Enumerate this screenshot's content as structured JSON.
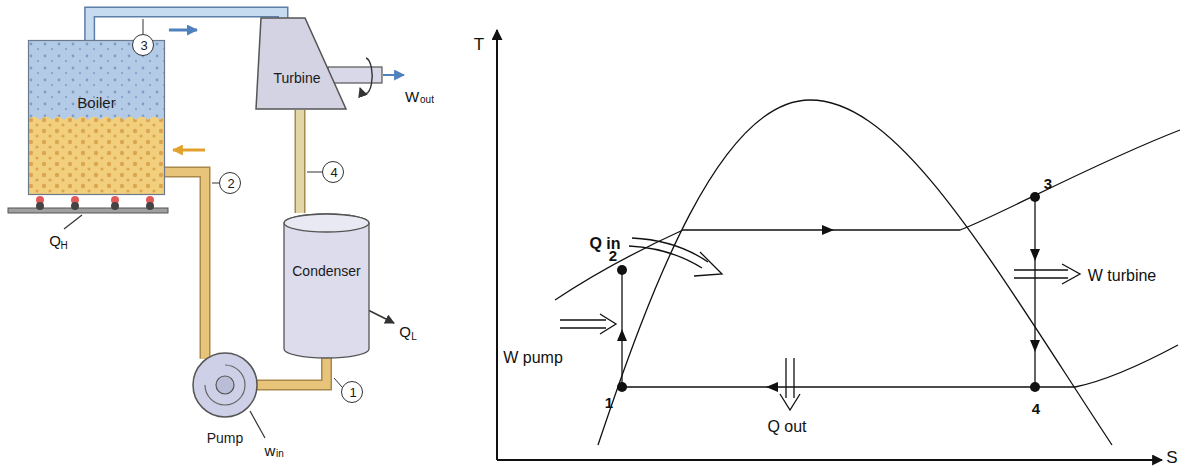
{
  "diagram": {
    "nodes": [
      {
        "text": [
          "Boiler"
        ]
      },
      {
        "text": [
          "Turbine"
        ]
      },
      {
        "text": [
          "Condenser"
        ]
      },
      {
        "text": [
          "Pump"
        ]
      },
      {
        "text": [
          "3"
        ]
      },
      {
        "text": [
          "2"
        ]
      },
      {
        "text": [
          "4"
        ]
      },
      {
        "text": [
          "1"
        ]
      }
    ],
    "edges": [
      {
        "from": 0,
        "to": 1,
        "arrow": "to"
      },
      {
        "from": 1,
        "to": 2,
        "arrow": "none"
      },
      {
        "from": 2,
        "to": 3,
        "arrow": "none"
      },
      {
        "from": 3,
        "to": 0,
        "arrow": "to"
      }
    ],
    "labels": [
      "Q",
      "H",
      "W",
      "out",
      "Q",
      "L",
      "w",
      "in",
      "T",
      "S",
      "Q in",
      "2",
      "W pump",
      "1",
      "3",
      "W turbine",
      "4",
      "Q out"
    ]
  }
}
